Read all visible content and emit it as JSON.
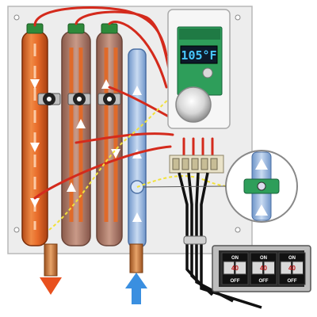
{
  "display": {
    "temperature": "105°F"
  },
  "breakers": [
    {
      "on": "ON",
      "off": "OFF",
      "amps": "40"
    },
    {
      "on": "ON",
      "off": "OFF",
      "amps": "40"
    },
    {
      "on": "ON",
      "off": "OFF",
      "amps": "40"
    }
  ],
  "colors": {
    "hot_water": "#e8501e",
    "cold_water": "#3a8fe0",
    "heating_element": "#d8642a",
    "wire": "#d42a1c",
    "sensor_wire": "#f2e23a",
    "panel": "#ececec",
    "circuit_board": "#2e9e5a",
    "display_digits": "#48c8ff"
  },
  "icons": {
    "outlet_arrow": "arrow-down-icon",
    "inlet_arrow": "arrow-up-icon"
  }
}
